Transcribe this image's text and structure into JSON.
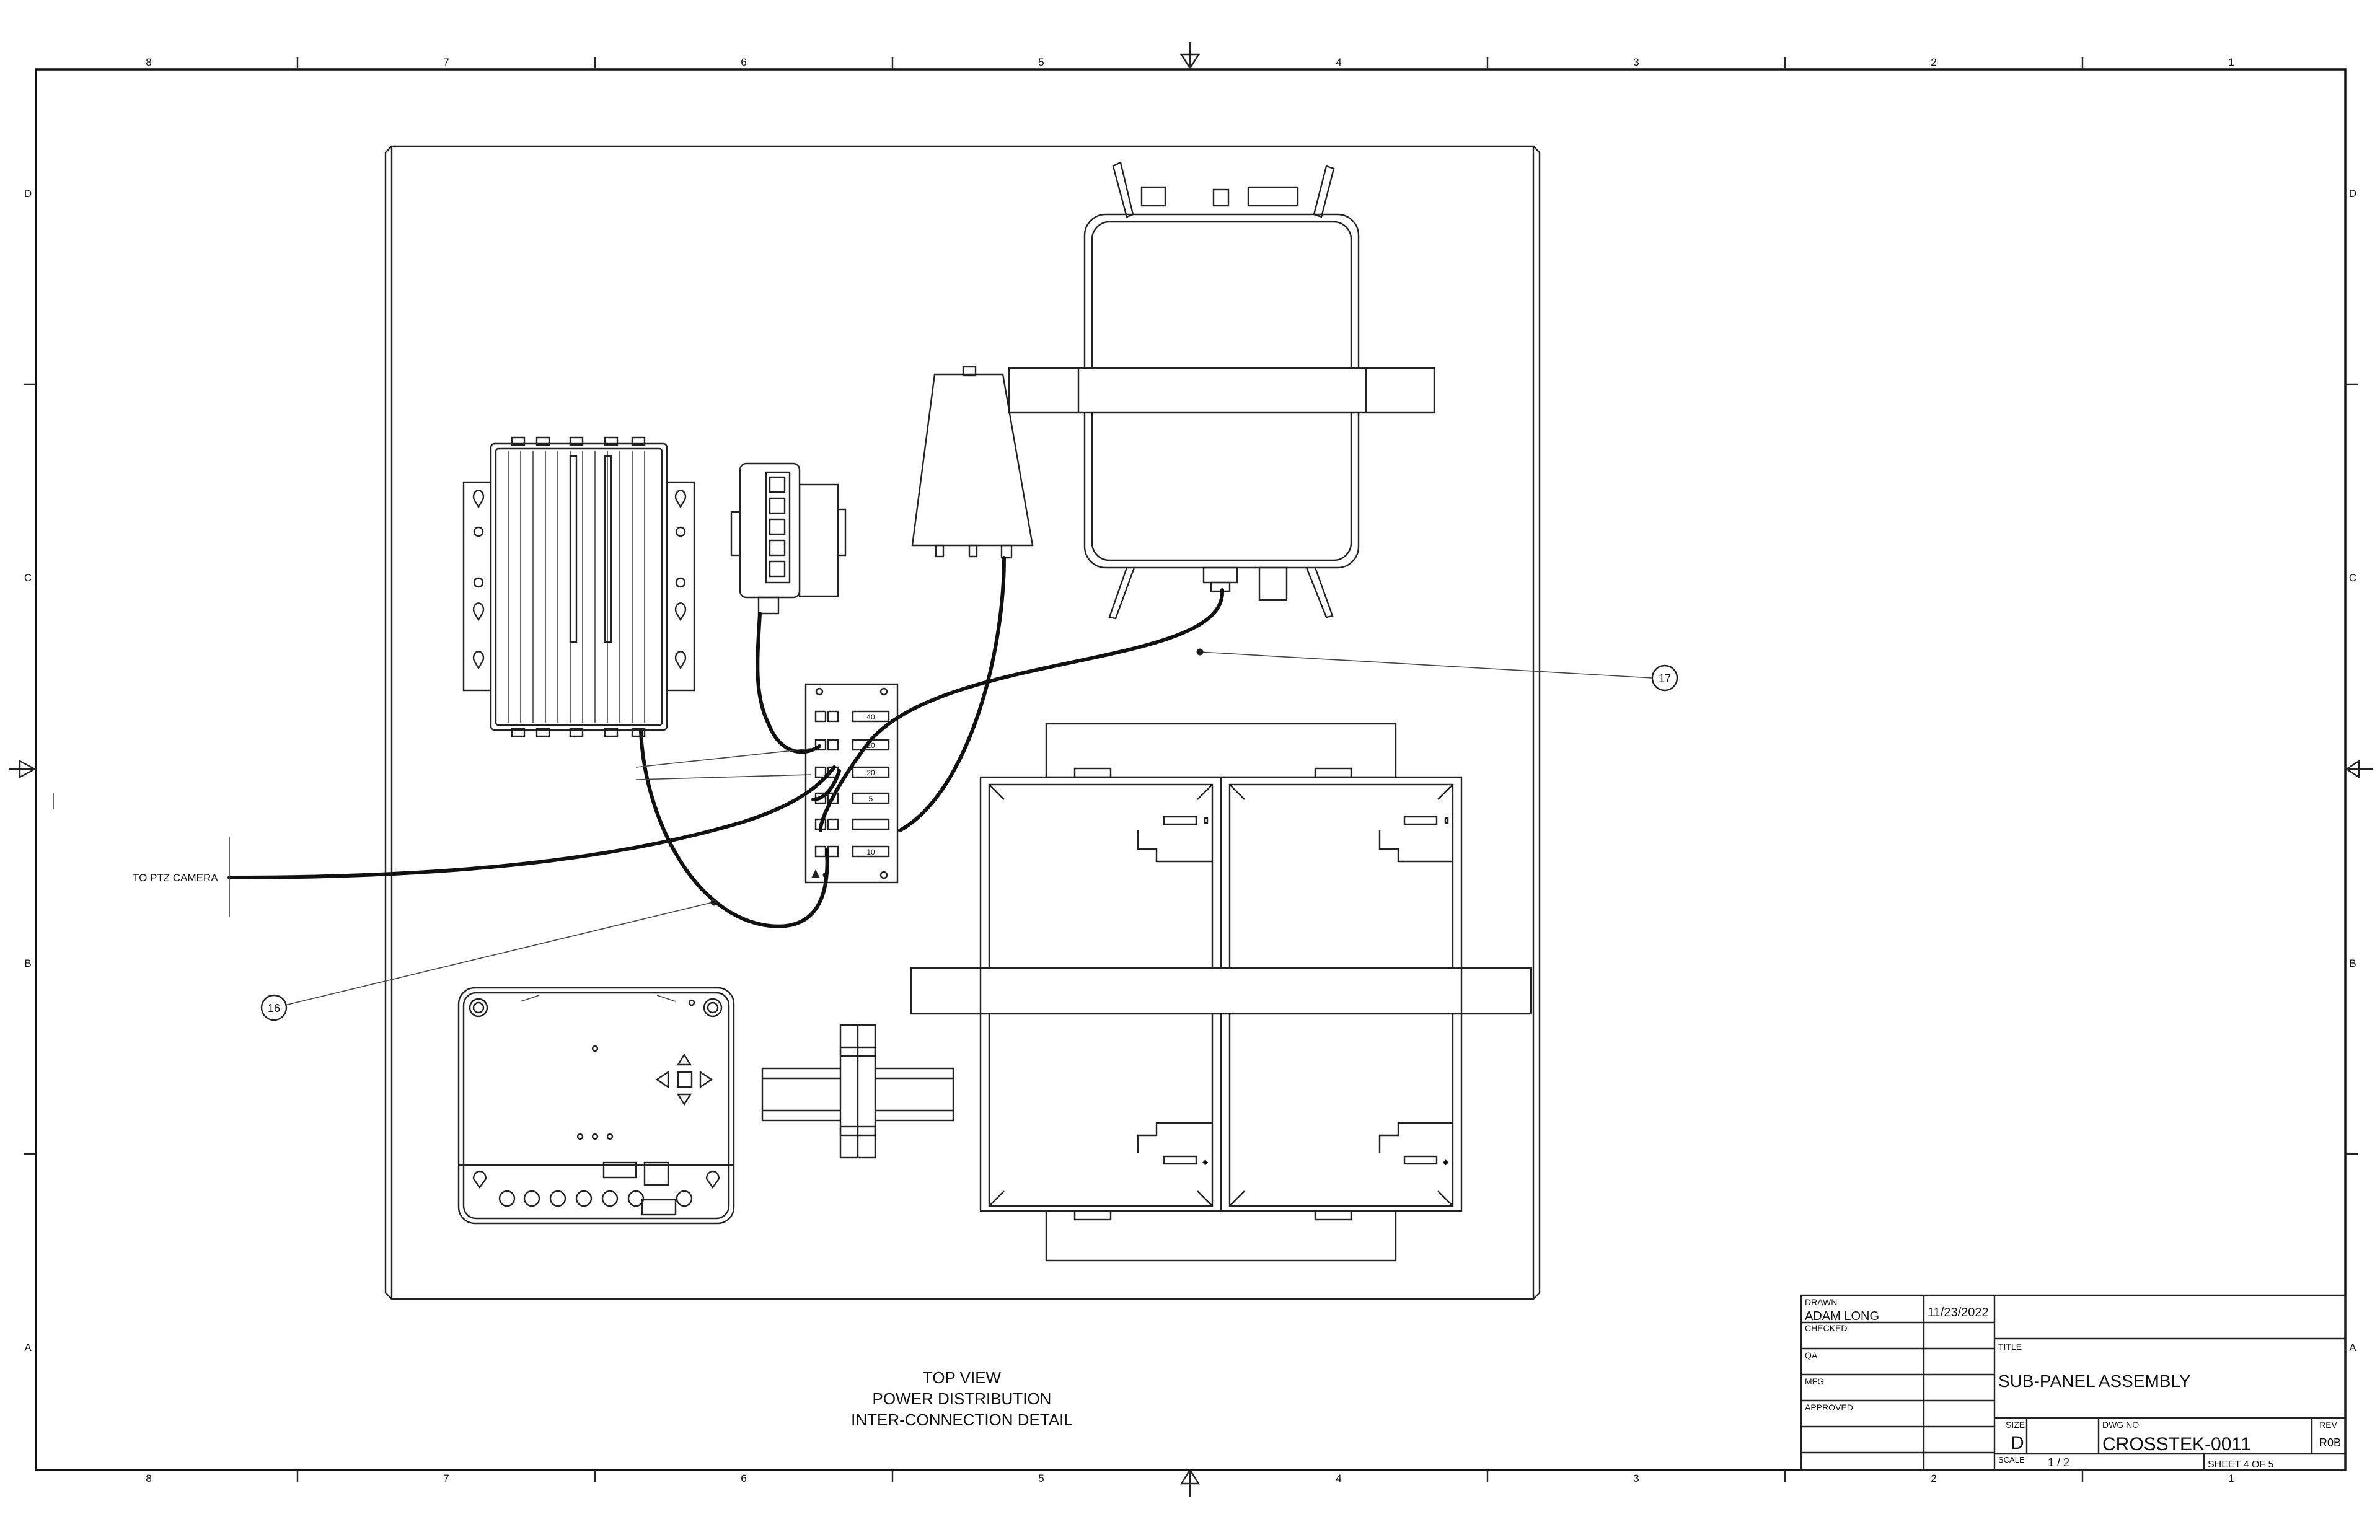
{
  "border": {
    "zone_numbers": [
      "8",
      "7",
      "6",
      "5",
      "4",
      "3",
      "2",
      "1"
    ],
    "zone_letters": [
      "D",
      "C",
      "B",
      "A"
    ]
  },
  "callouts": {
    "c16": "16",
    "c17": "17",
    "ptz_label": "TO PTZ CAMERA"
  },
  "breaker_labels": [
    "40",
    "20",
    "20",
    "5",
    "",
    "10"
  ],
  "view_caption": {
    "line1": "TOP VIEW",
    "line2": "POWER DISTRIBUTION",
    "line3": "INTER-CONNECTION DETAIL"
  },
  "title_block": {
    "drawn_label": "DRAWN",
    "drawn_by": "ADAM LONG",
    "drawn_date": "11/23/2022",
    "checked_label": "CHECKED",
    "qa_label": "QA",
    "mfg_label": "MFG",
    "approved_label": "APPROVED",
    "title_label": "TITLE",
    "title": "SUB-PANEL ASSEMBLY",
    "size_label": "SIZE",
    "size": "D",
    "dwg_label": "DWG NO",
    "dwg_no": "CROSSTEK-0011",
    "rev_label": "REV",
    "rev": "R0B",
    "scale_label": "SCALE",
    "scale": "1 / 2",
    "sheet_text": "SHEET 4  OF 5"
  }
}
